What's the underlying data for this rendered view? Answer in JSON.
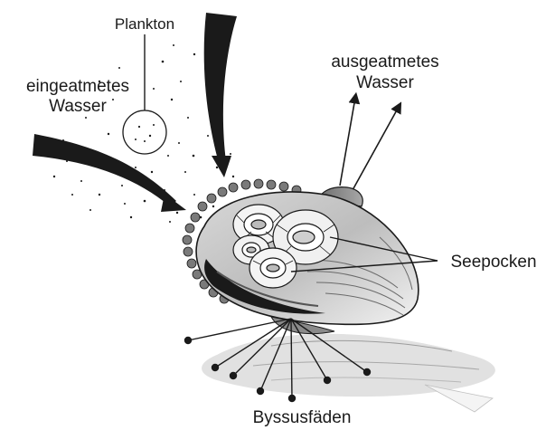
{
  "labels": {
    "plankton": "Plankton",
    "inhaled_water_line1": "eingeatmetes",
    "inhaled_water_line2": "Wasser",
    "exhaled_water_line1": "ausgeatmetes",
    "exhaled_water_line2": "Wasser",
    "barnacles": "Seepocken",
    "byssus_threads": "Byssusfäden"
  },
  "colors": {
    "ink": "#1a1a1a",
    "shell_gray": "#9a9a9a",
    "shell_light": "#e6e6e6",
    "shadow_gray": "#c8c8c8"
  }
}
